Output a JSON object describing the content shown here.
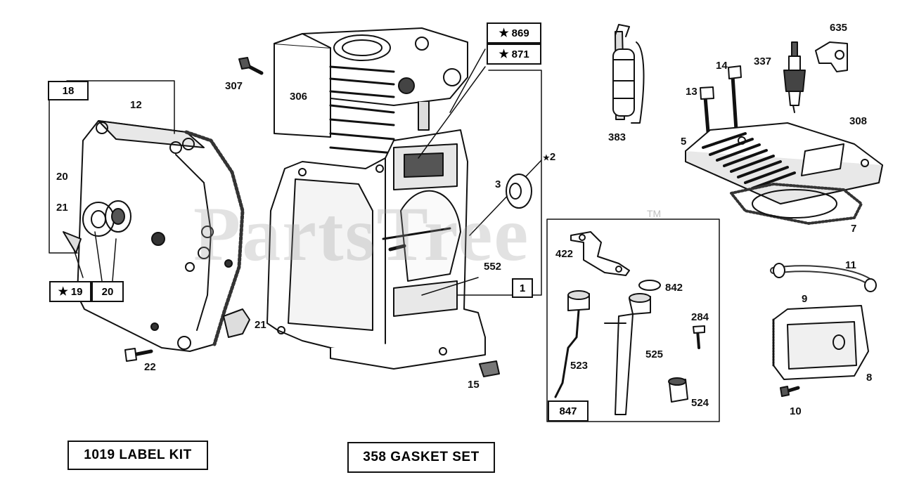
{
  "watermark": {
    "text": "PartsTree",
    "tm": "TM"
  },
  "callouts": {
    "c18": "18",
    "c12": "12",
    "c20a": "20",
    "c21a": "21",
    "c19": "19",
    "c20b": "20",
    "c22": "22",
    "c21b": "21",
    "c307": "307",
    "c306": "306",
    "c869": "869",
    "c871": "871",
    "c2": "2",
    "c3": "3",
    "c1": "1",
    "c552": "552",
    "c15": "15",
    "c383": "383",
    "c635": "635",
    "c337": "337",
    "c14": "14",
    "c13": "13",
    "c308": "308",
    "c5": "5",
    "c7": "7",
    "c422": "422",
    "c842": "842",
    "c284": "284",
    "c523": "523",
    "c525": "525",
    "c524": "524",
    "c847": "847",
    "c11": "11",
    "c9": "9",
    "c8": "8",
    "c10": "10"
  },
  "kits": {
    "label_kit": "1019 LABEL KIT",
    "gasket_set": "358 GASKET SET"
  },
  "icons": {
    "star": "★"
  }
}
